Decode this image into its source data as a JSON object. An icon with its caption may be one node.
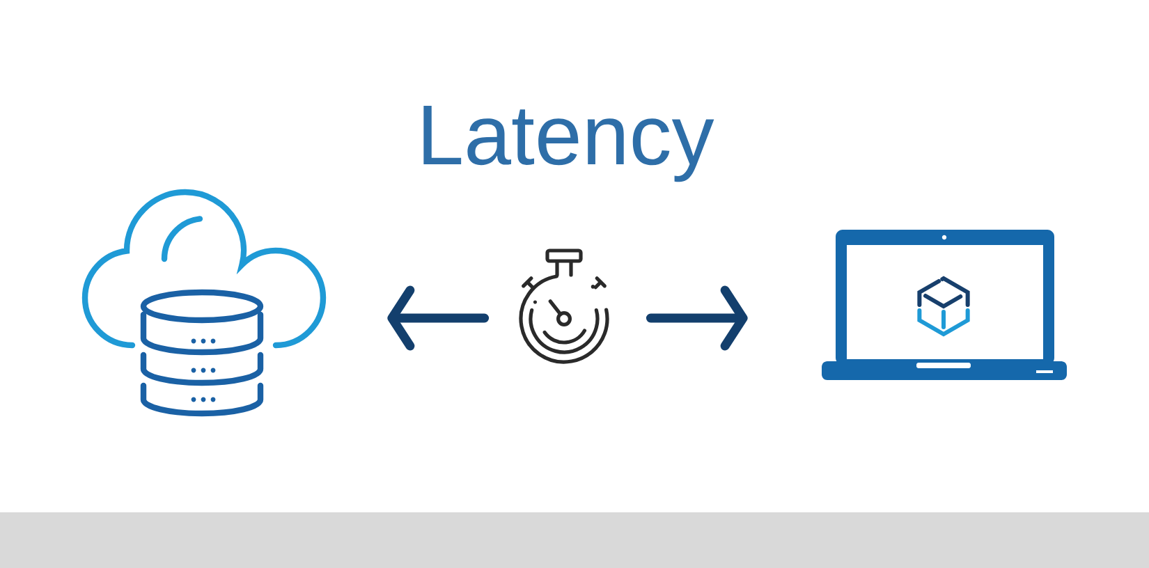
{
  "diagram": {
    "title": "Latency",
    "nodes": [
      {
        "text": [],
        "shape": "picture"
      },
      {
        "text": [],
        "shape": "picture"
      },
      {
        "text": [],
        "shape": "picture"
      }
    ],
    "edges": [
      {
        "from": 1,
        "to": 0,
        "arrow": "to"
      },
      {
        "from": 1,
        "to": 2,
        "arrow": "to"
      }
    ]
  }
}
